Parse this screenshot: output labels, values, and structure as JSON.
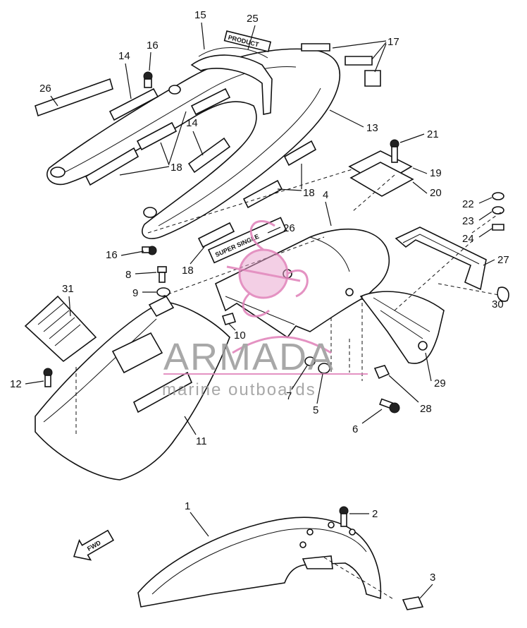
{
  "watermark": {
    "brand": "ARMADA",
    "tagline": "marine outboards",
    "accent_color": "#e07fb8",
    "text_color": "#9a9a9a"
  },
  "decals": {
    "logo_side": "SUPER SINGLE",
    "logo_top": "PRODUCT",
    "front_arrow": "FWD"
  },
  "callouts": [
    "1",
    "2",
    "3",
    "4",
    "5",
    "6",
    "7",
    "8",
    "9",
    "10",
    "11",
    "12",
    "13",
    "14",
    "14",
    "15",
    "16",
    "16",
    "17",
    "18",
    "18",
    "18",
    "19",
    "20",
    "21",
    "22",
    "23",
    "24",
    "25",
    "26",
    "26",
    "27",
    "28",
    "29",
    "30",
    "31"
  ]
}
